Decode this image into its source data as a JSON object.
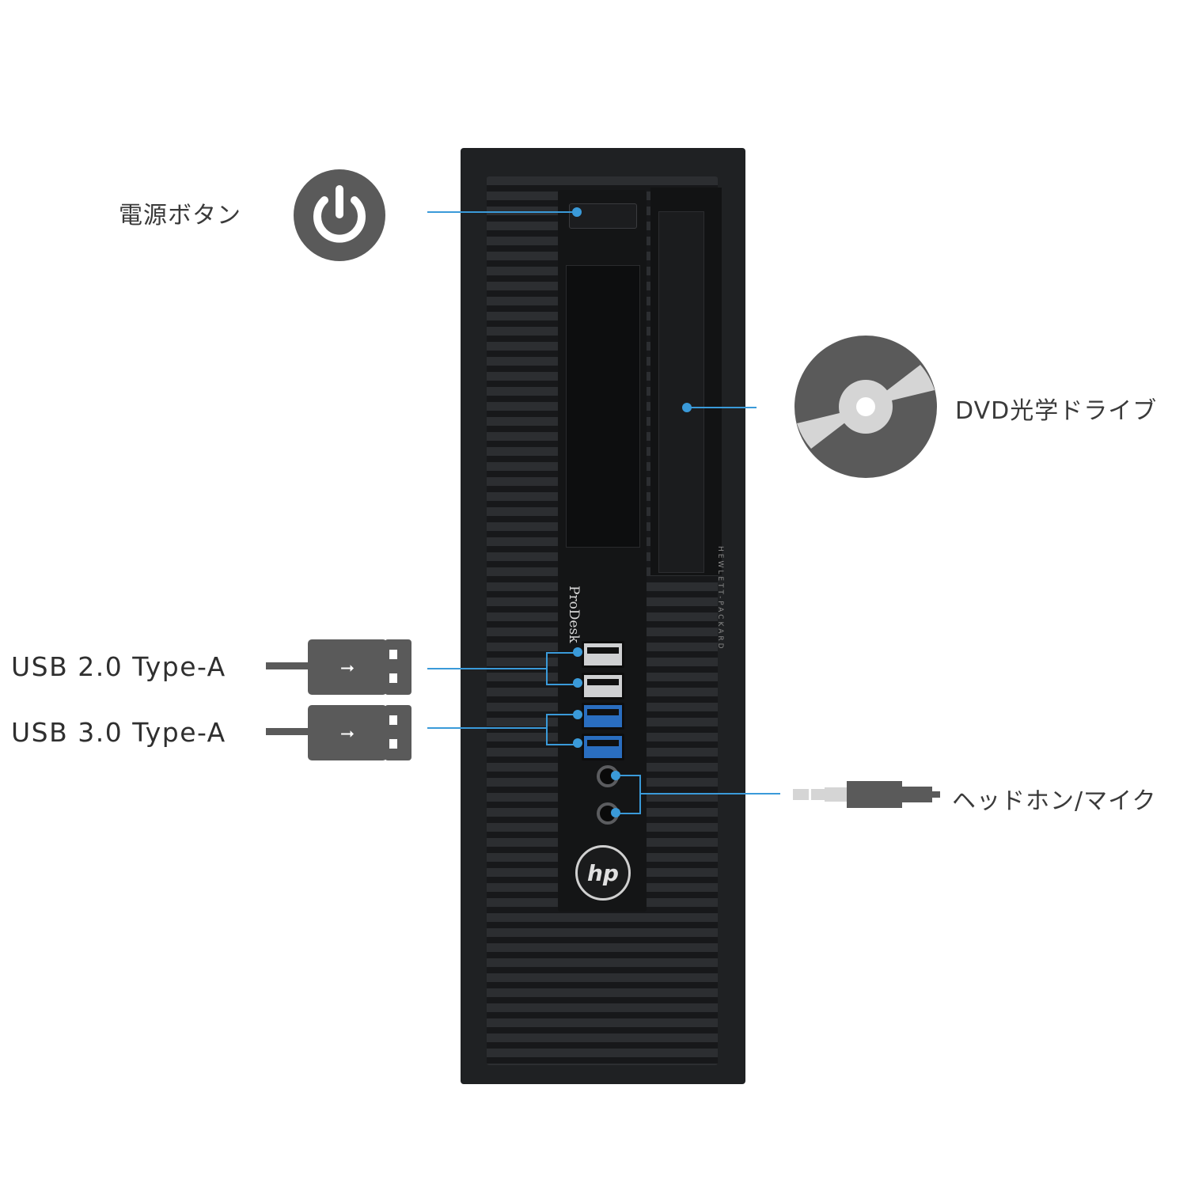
{
  "labels": {
    "power_button": "電源ボタン",
    "dvd_drive": "DVD光学ドライブ",
    "usb2": "USB 2.0 Type-A",
    "usb3": "USB 3.0 Type-A",
    "headphone_mic": "ヘッドホン/マイク"
  },
  "device": {
    "brand_text": "ProDesk",
    "logo_text": "hp",
    "side_text": "HEWLETT-PACKARD"
  },
  "icons": [
    "power-icon",
    "dvd-disc-icon",
    "usb-cable-icon",
    "usb-cable-icon",
    "audio-plug-icon"
  ],
  "colors": {
    "accent": "#3a9ad9",
    "icon_gray": "#5a5a5a",
    "chassis": "#1f2123"
  }
}
